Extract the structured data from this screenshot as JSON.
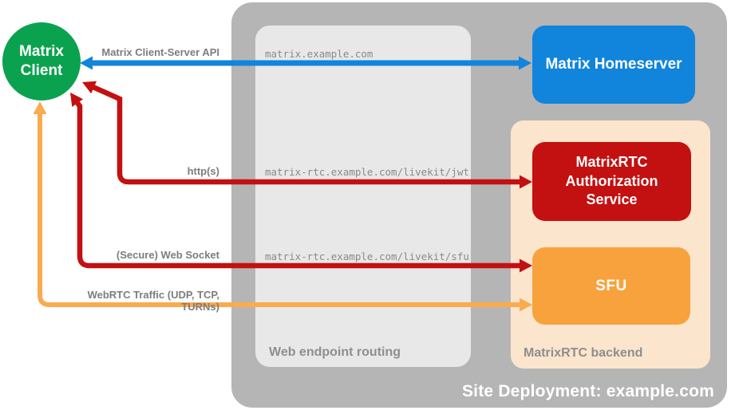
{
  "colors": {
    "client_green": "#0ba24f",
    "homeserver_blue": "#1184db",
    "auth_red": "#c31010",
    "sfu_orange": "#f8a23d",
    "backend_peach": "#fce5cd",
    "deployment_gray": "#b5b5b5",
    "routing_gray": "#e8e8e8",
    "arrow_blue": "#1184db",
    "arrow_red": "#c31010",
    "arrow_orange": "#f9ab4f",
    "conn_label_gray": "#7d7d7d",
    "container_label_gray": "#8e8e8e",
    "endpoint_gray": "#8a8a8a",
    "white": "#ffffff"
  },
  "nodes": {
    "client": {
      "label": "Matrix Client"
    },
    "homeserver": {
      "label": "Matrix Homeserver"
    },
    "auth_service": {
      "label": "MatrixRTC Authorization Service"
    },
    "sfu": {
      "label": "SFU"
    }
  },
  "containers": {
    "site": {
      "label": "Site Deployment: example.com"
    },
    "routing": {
      "label": "Web endpoint routing"
    },
    "backend": {
      "label": "MatrixRTC backend"
    }
  },
  "connections": {
    "client_server_api": {
      "label": "Matrix Client-Server API",
      "endpoint": "matrix.example.com"
    },
    "http": {
      "label": "http(s)",
      "endpoint": "matrix-rtc.example.com/livekit/jwt"
    },
    "websocket": {
      "label": "(Secure) Web Socket",
      "endpoint": "matrix-rtc.example.com/livekit/sfu"
    },
    "webrtc": {
      "label": "WebRTC Traffic (UDP, TCP, TURNs)"
    }
  }
}
